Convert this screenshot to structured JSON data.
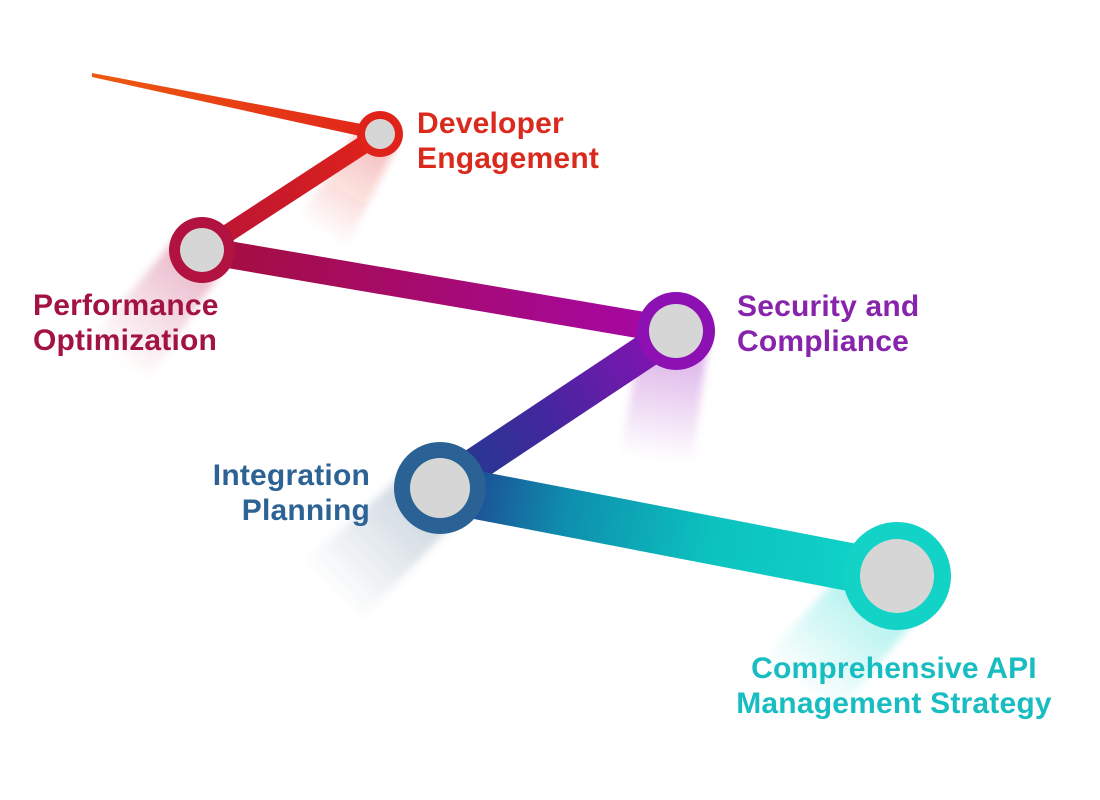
{
  "diagram": {
    "background_color": "#ffffff",
    "node_inner_color": "#d6d6d6",
    "steps": [
      {
        "label": "Developer Engagement",
        "label_lines": [
          "Developer",
          "Engagement"
        ],
        "text_color": "#d92a1d",
        "node_color": "#e0231a"
      },
      {
        "label": "Performance Optimization",
        "label_lines": [
          "Performance",
          "Optimization"
        ],
        "text_color": "#a21242",
        "node_color": "#b21240"
      },
      {
        "label": "Security and Compliance",
        "label_lines": [
          "Security and",
          "Compliance"
        ],
        "text_color": "#8724ab",
        "node_color": "#8d10b3"
      },
      {
        "label": "Integration Planning",
        "label_lines": [
          "Integration",
          "Planning"
        ],
        "text_color": "#2d6394",
        "node_color": "#2a6295"
      },
      {
        "label": "Comprehensive API Management Strategy",
        "label_lines": [
          "Comprehensive API",
          "Management Strategy"
        ],
        "text_color": "#18bdc2",
        "node_color": "#13d2c6"
      }
    ],
    "connector_palette": [
      "#ee5a10",
      "#e0241a",
      "#b81338",
      "#a50e3c",
      "#a607a9",
      "#43279e",
      "#1d3e8c",
      "#0e8fae",
      "#10d5c9"
    ]
  }
}
